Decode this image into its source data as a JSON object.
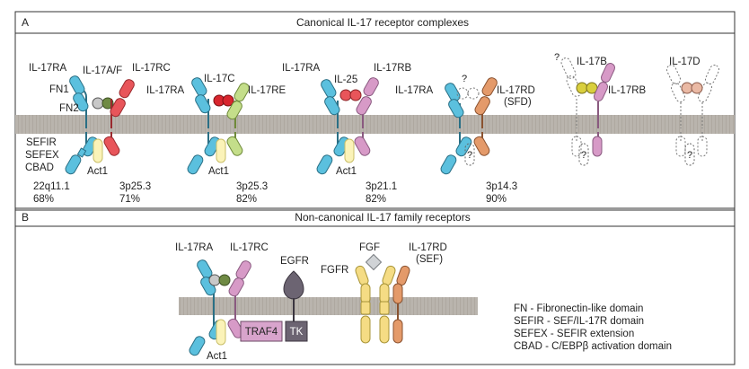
{
  "panel_a": {
    "letter": "A",
    "title": "Canonical IL-17 receptor complexes",
    "complexes": [
      {
        "labels": {
          "left_receptor": "IL-17RA",
          "ligand": "IL-17A/F",
          "right_receptor": "IL-17RC"
        },
        "domains": {
          "fn1": "FN1",
          "fn2": "FN2",
          "sefir": "SEFIR",
          "sefex": "SEFEX",
          "cbad": "CBAD"
        },
        "adaptor": "Act1",
        "loci": [
          {
            "band": "22q11.1",
            "pct": "68%"
          },
          {
            "band": "3p25.3",
            "pct": "71%"
          }
        ]
      },
      {
        "labels": {
          "left_receptor": "IL-17RA",
          "ligand": "IL-17C",
          "right_receptor": "IL-17RE"
        },
        "adaptor": "Act1",
        "loci": [
          {
            "band": "3p25.3",
            "pct": "82%"
          }
        ]
      },
      {
        "labels": {
          "left_receptor": "IL-17RA",
          "ligand": "IL-25",
          "right_receptor": "IL-17RB"
        },
        "adaptor": "Act1",
        "loci": [
          {
            "band": "3p21.1",
            "pct": "82%"
          }
        ]
      },
      {
        "labels": {
          "left_receptor": "IL-17RA",
          "ligand": "?",
          "right_receptor": "IL-17RD",
          "right_receptor_alias": "(SFD)"
        },
        "loci": [
          {
            "band": "3p14.3",
            "pct": "90%"
          }
        ]
      },
      {
        "labels": {
          "ligand": "IL-17B",
          "right_receptor": "IL-17RB",
          "unknown": "?"
        },
        "unknown_box": "?"
      },
      {
        "labels": {
          "ligand": "IL-17D"
        },
        "unknown_box": "?"
      }
    ]
  },
  "panel_b": {
    "letter": "B",
    "title": "Non-canonical IL-17 family receptors",
    "complex": {
      "left_receptor": "IL-17RA",
      "right_receptor": "IL-17RC",
      "adaptor": "Act1",
      "traf4": "TRAF4",
      "tk": "TK",
      "egfr": "EGFR",
      "fgf": "FGF",
      "fgfr": "FGFR",
      "rd": "IL-17RD",
      "rd_alias": "(SEF)"
    },
    "legend": [
      "FN - Fibronectin-like domain",
      "SEFIR - SEF/IL-17R domain",
      "SEFEX - SEFIR extension",
      "CBAD - C/EBPβ activation domain"
    ]
  },
  "colors": {
    "membrane": "#b9b4ad",
    "il17ra": "#5bc0de",
    "il17rc": "#e8555a",
    "il17re": "#c4de8a",
    "il17rb": "#d79ac7",
    "il17rd": "#e49a6a",
    "fgfr": "#f5dc84",
    "act1": "#fbf3b8",
    "il17a_ligand": "#6f8a44",
    "il17c_ligand": "#d8262e",
    "il25_ligand": "#e8555a",
    "il17b_ligand": "#d9cf3e",
    "il17d_ligand": "#eab9a4",
    "traf4": "#d8a4cc",
    "tk": "#6c6472",
    "egfr": "#6c6472",
    "fgf": "#d0d3d6"
  }
}
